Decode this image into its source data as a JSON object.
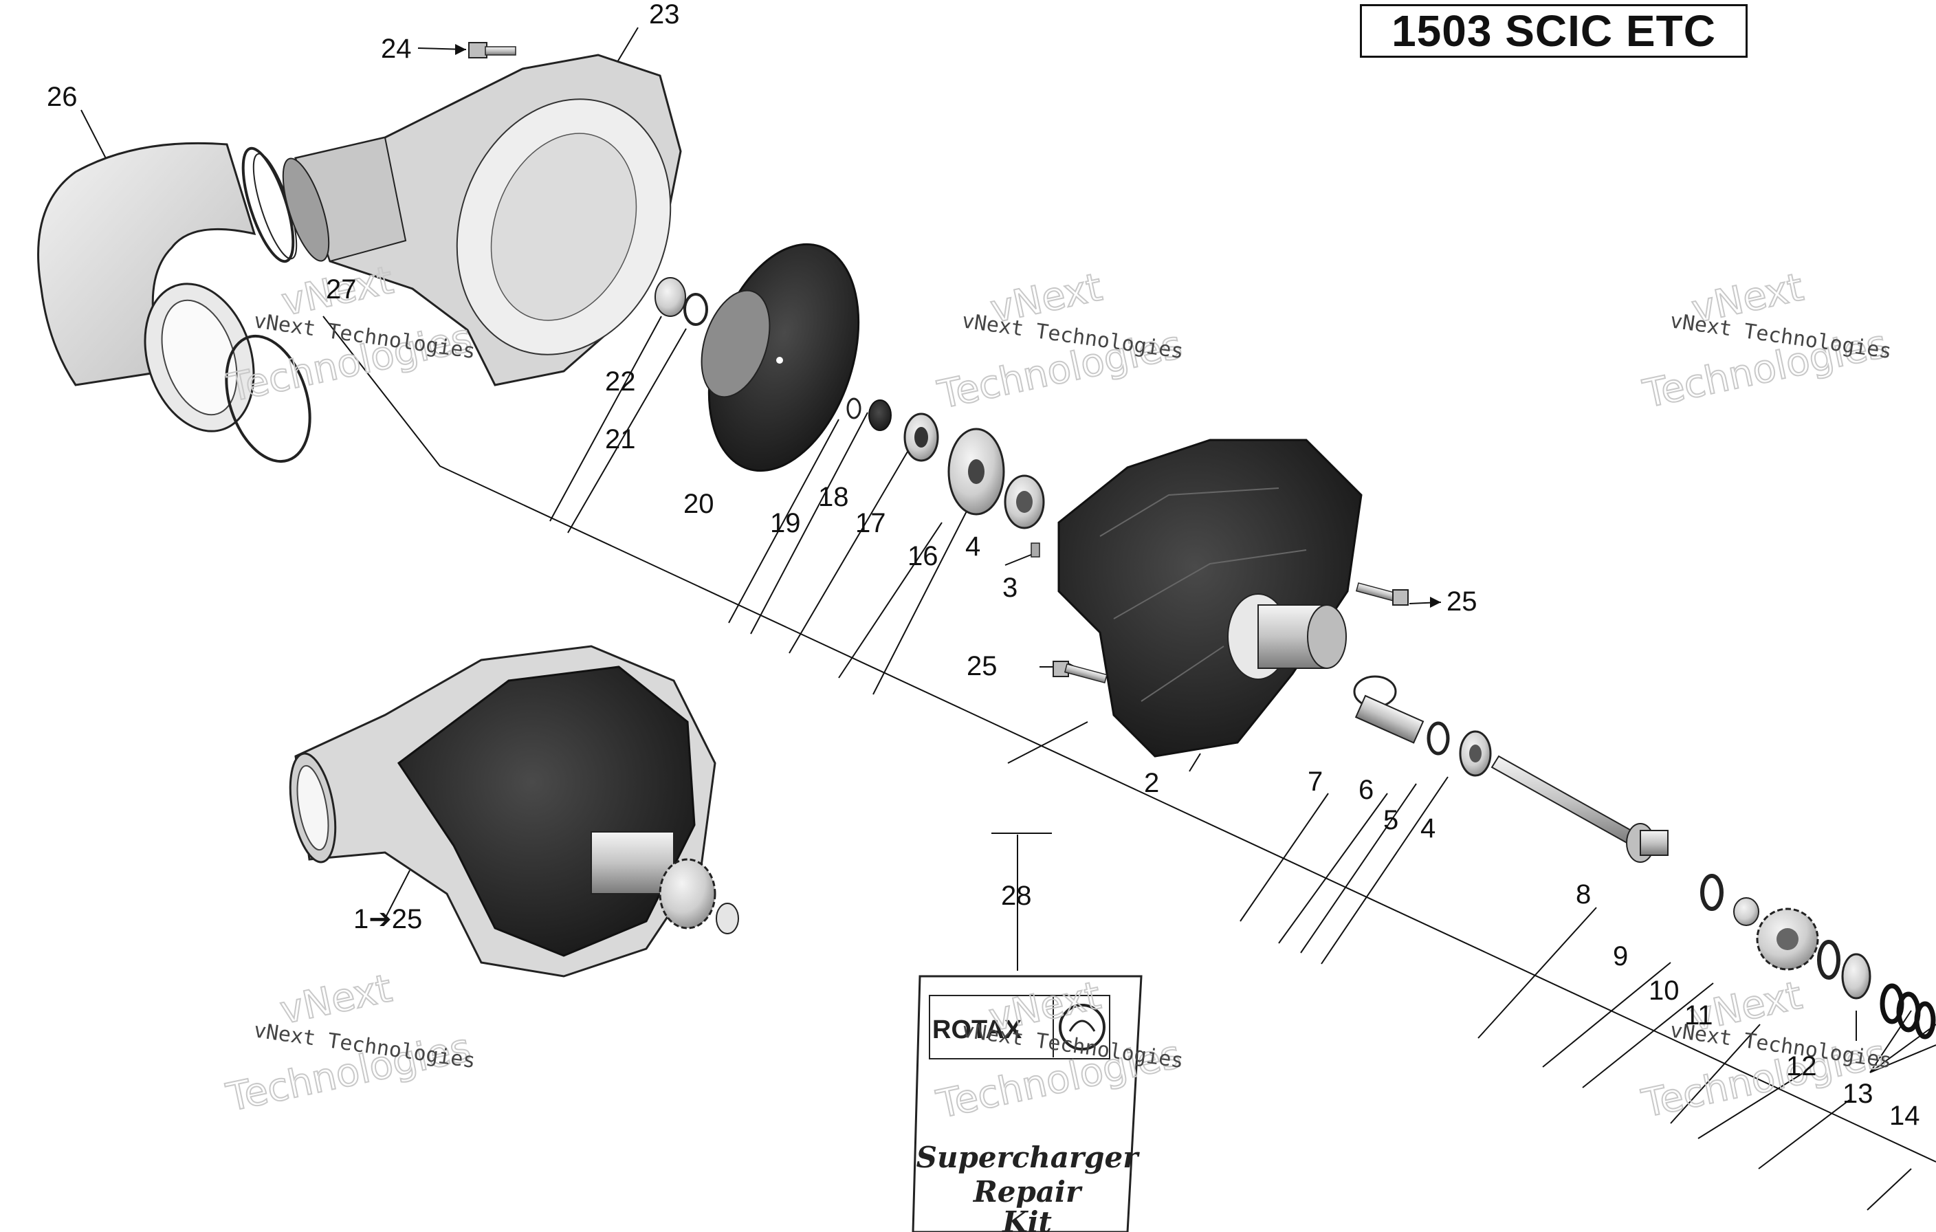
{
  "title": "1503 SCIC ETC",
  "watermark": {
    "line1": "vNext",
    "line2": "vNext Technologies",
    "line3": "Technologies"
  },
  "kit": {
    "brand": "ROTAX",
    "line1": "Supercharger",
    "line2": "Repair",
    "line3": "Kit"
  },
  "callouts": {
    "c23": "23",
    "c24": "24",
    "c26": "26",
    "c27": "27",
    "c22": "22",
    "c21": "21",
    "c20": "20",
    "c19": "19",
    "c18": "18",
    "c17": "17",
    "c16": "16",
    "c4a": "4",
    "c3": "3",
    "c25a": "25",
    "c25b": "25",
    "c2": "2",
    "c7": "7",
    "c6": "6",
    "c5": "5",
    "c4b": "4",
    "c8": "8",
    "c9": "9",
    "c10": "10",
    "c11": "11",
    "c12": "12",
    "c13": "13",
    "c14": "14",
    "c28": "28",
    "c1": "1➔25"
  }
}
